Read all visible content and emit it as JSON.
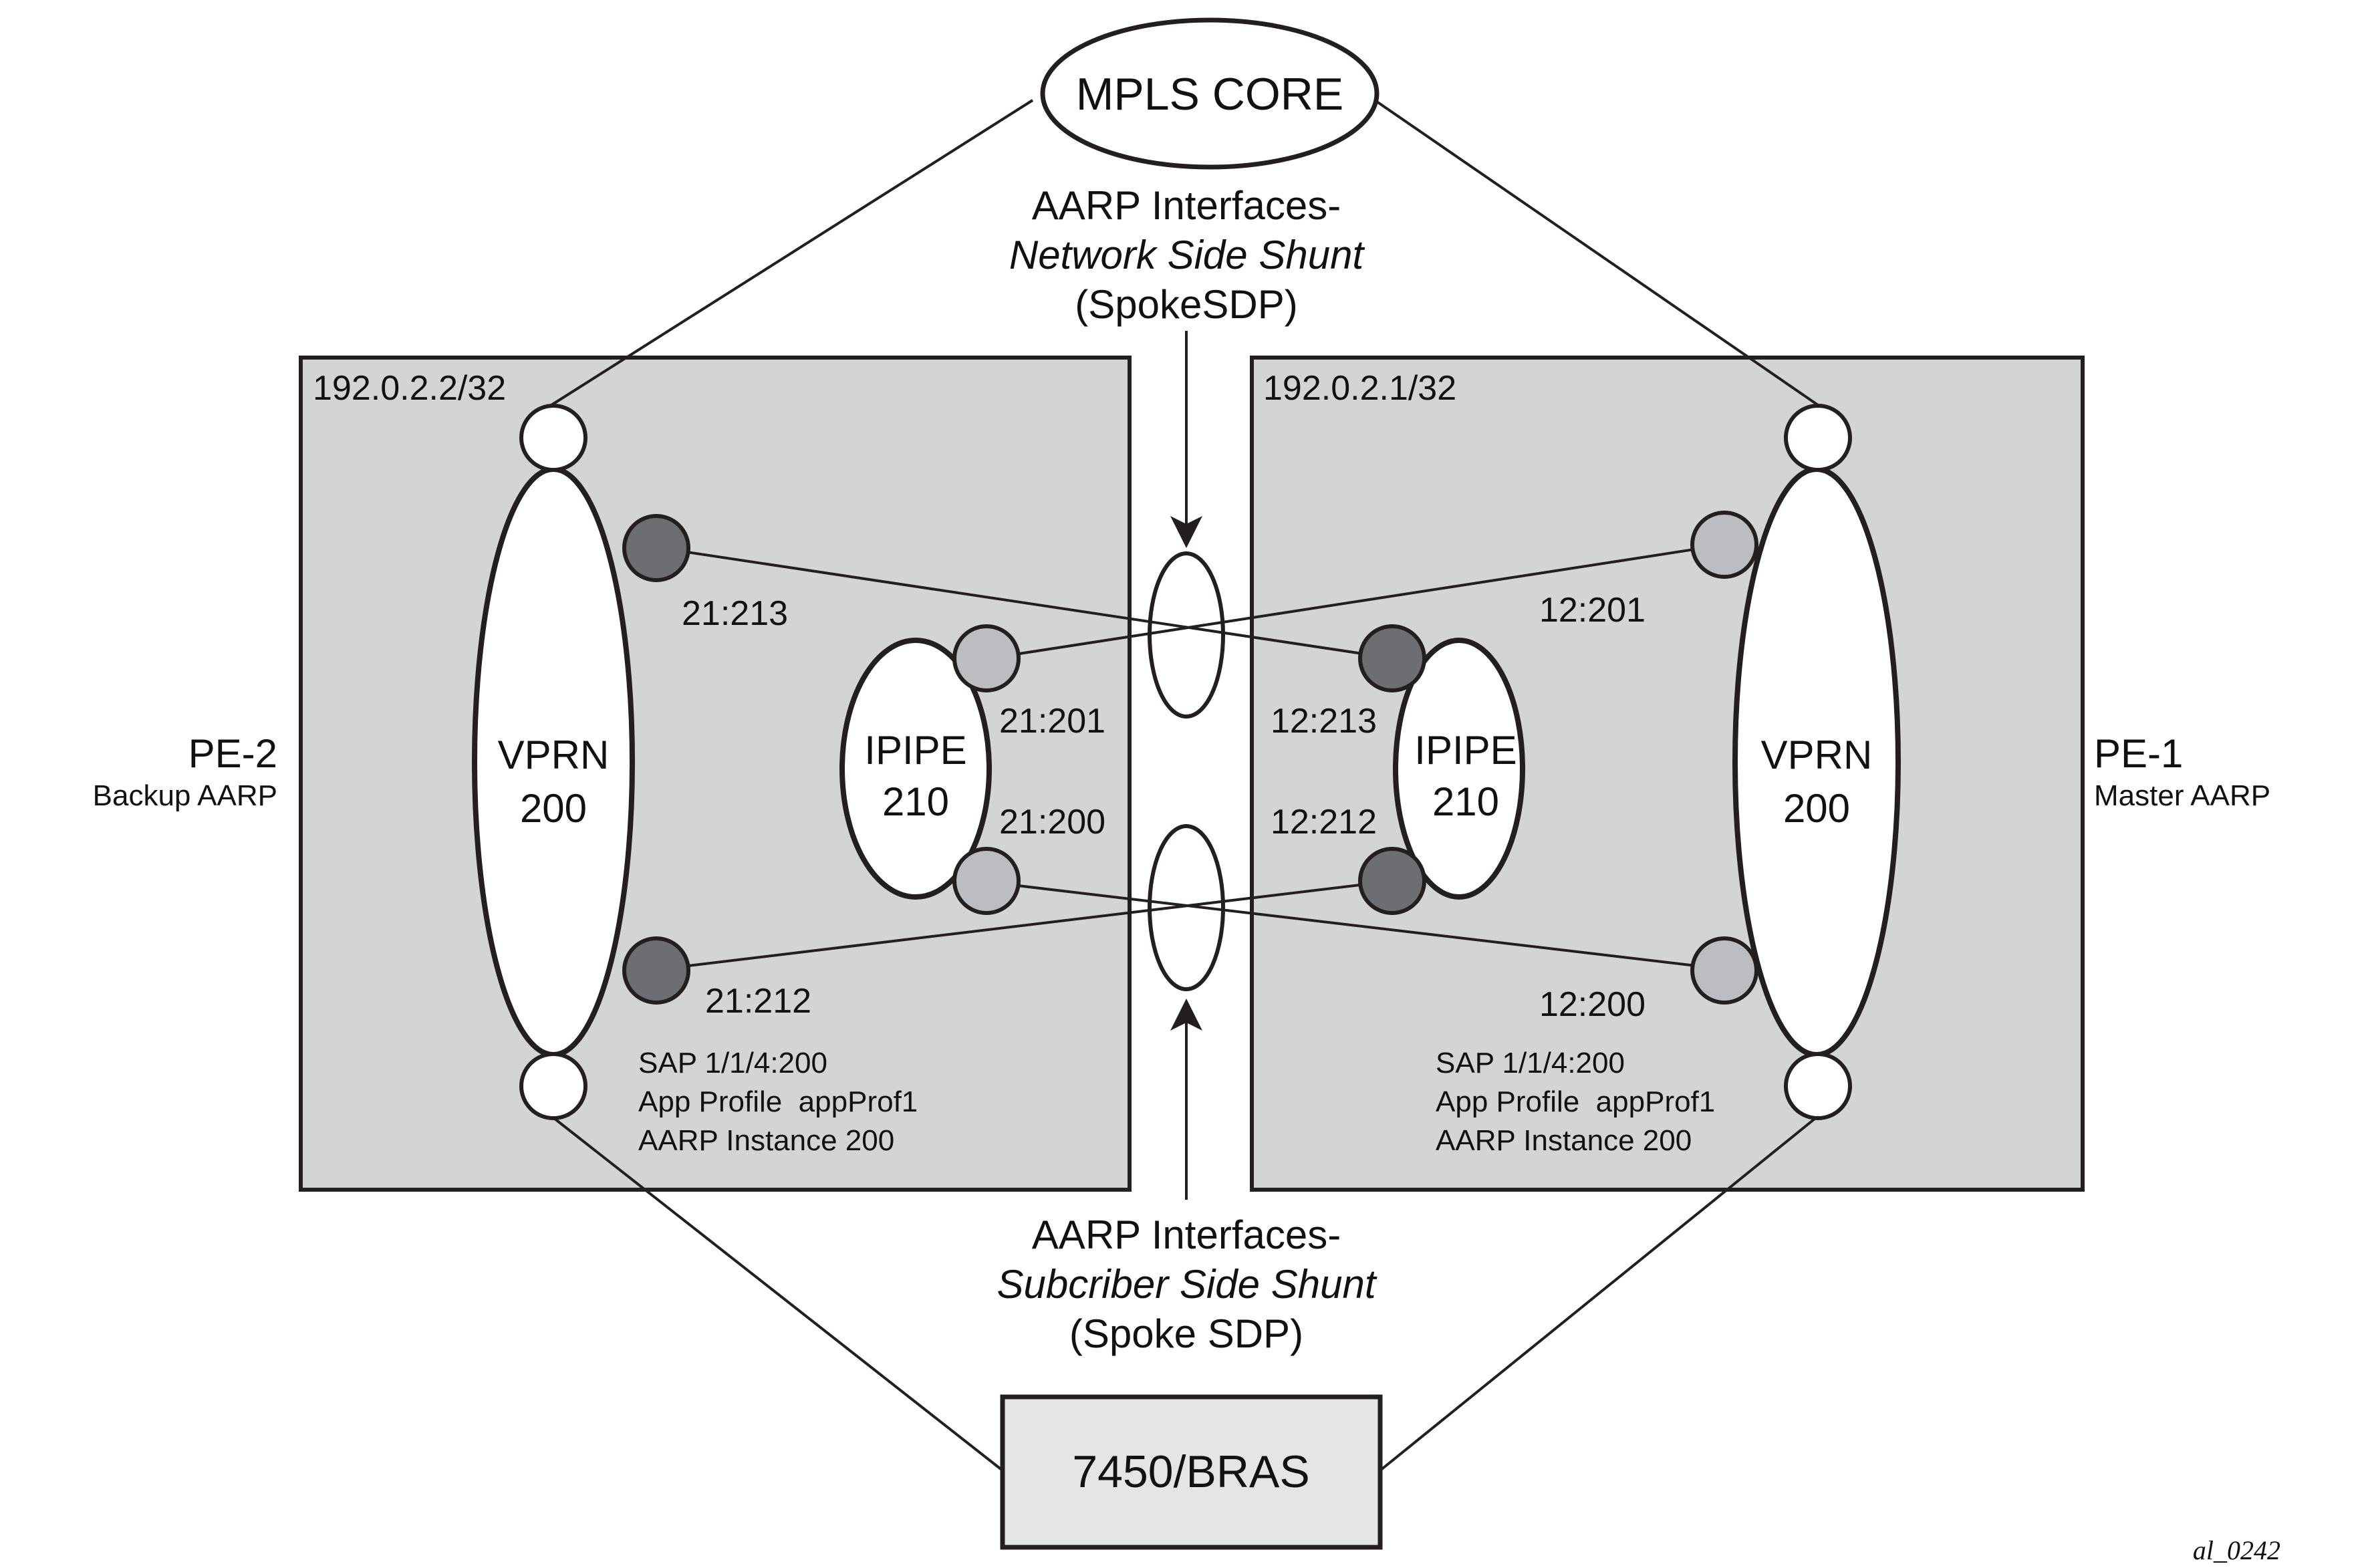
{
  "colors": {
    "box_fill": "#d3d4d6",
    "bras_fill": "#e4e5e7",
    "dark_port": "#6d6e71",
    "light_port": "#bcbdc0",
    "stroke": "#231f20"
  },
  "mpls_core": "MPLS CORE",
  "network_shunt": {
    "line1": "AARP Interfaces-",
    "line2": "Network Side Shunt",
    "line3": "(SpokeSDP)"
  },
  "subscriber_shunt": {
    "line1": "AARP Interfaces-",
    "line2": "Subcriber Side Shunt",
    "line3": "(Spoke SDP)"
  },
  "pe2": {
    "name": "PE-2",
    "role": "Backup AARP",
    "system_ip": "192.0.2.2/32",
    "vprn_line1": "VPRN",
    "vprn_line2": "200",
    "ipipe_line1": "IPIPE",
    "ipipe_line2": "210",
    "sdp_213": "21:213",
    "sdp_201": "21:201",
    "sdp_200": "21:200",
    "sdp_212": "21:212",
    "sap": "SAP 1/1/4:200",
    "app_profile": "App Profile  appProf1",
    "aarp_instance": "AARP Instance 200"
  },
  "pe1": {
    "name": "PE-1",
    "role": "Master AARP",
    "system_ip": "192.0.2.1/32",
    "vprn_line1": "VPRN",
    "vprn_line2": "200",
    "ipipe_line1": "IPIPE",
    "ipipe_line2": "210",
    "sdp_201": "12:201",
    "sdp_213": "12:213",
    "sdp_212": "12:212",
    "sdp_200": "12:200",
    "sap": "SAP 1/1/4:200",
    "app_profile": "App Profile  appProf1",
    "aarp_instance": "AARP Instance 200"
  },
  "bras": "7450/BRAS",
  "figure_id": "al_0242"
}
